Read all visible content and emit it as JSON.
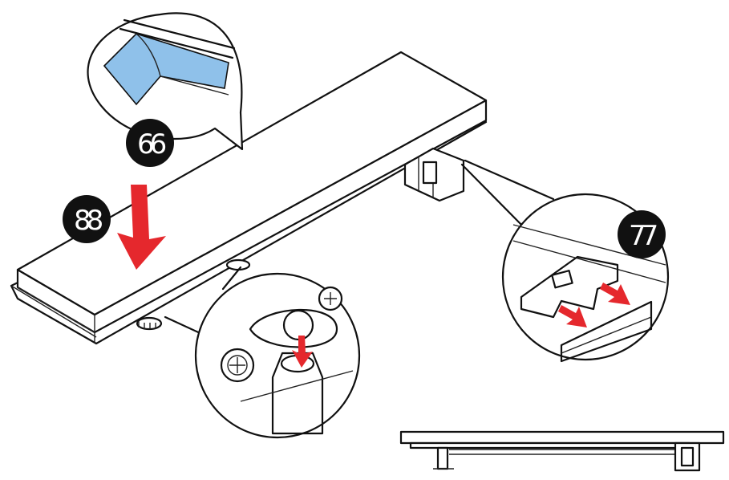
{
  "callouts": [
    {
      "id": "step-6",
      "label": "66"
    },
    {
      "id": "step-7",
      "label": "77"
    },
    {
      "id": "step-8",
      "label": "88"
    }
  ],
  "colors": {
    "arrow": "#e5282d",
    "tape": "#8fc1ea",
    "badge": "#111111",
    "line": "#111111"
  },
  "icons": [
    "callout-badge-icon",
    "press-down-arrow-icon",
    "slide-arrow-icon",
    "screw-icon",
    "magnifier-circle-icon"
  ]
}
